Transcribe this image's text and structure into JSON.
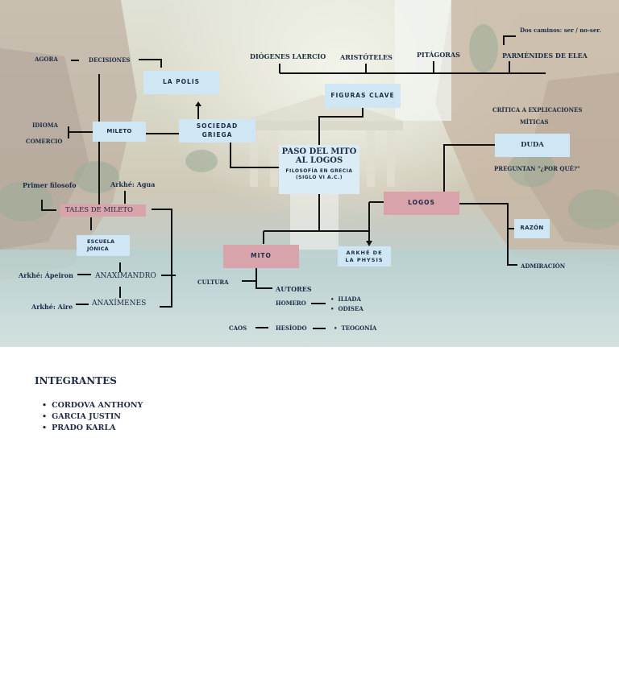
{
  "diagram": {
    "center": {
      "title": "PASO DEL MITO AL LOGOS",
      "subtitle": "FILOSOFÍA EN GRECIA (SIGLO VI A.C.)"
    },
    "boxes": {
      "la_polis": "LA POLIS",
      "mileto": "MILETO",
      "sociedad_griega": "SOCIEDAD GRIEGA",
      "figuras_clave": "FIGURAS CLAVE",
      "duda": "DUDA",
      "logos": "LOGOS",
      "razon": "RAZÓN",
      "mito": "MITO",
      "arkhe_physis": "ARKHÉ DE LA PHYSIS",
      "escuela_jonica": "ESCUELA JÓNICA",
      "tales": "TALES DE MILETO"
    },
    "labels": {
      "agora": "AGORA",
      "decisiones": "DECISIONES",
      "idioma": "IDIOMA",
      "comercio": "COMERCIO",
      "primer_filosofo": "Primer filosofo",
      "arkhe_agua": "Arkhé: Agua",
      "arkhe_apeiron": "Arkhé:  Ápeiron",
      "anaximandro": "ANAXIMANDRO",
      "arkhe_aire": "Arkhé:  Aire",
      "anaximenes": "ANAXÍMENES",
      "diogenes": "DIÓGENES LAERCIO",
      "aristoteles": "ARISTÓTELES",
      "pitagoras": "PITÁGORAS",
      "parmenides": "PARMÉNIDES DE ELEA",
      "dos_caminos": "Dos caminos: ser / no-ser.",
      "critica": "CRÍTICA A EXPLICACIONES",
      "miticas": "MÍTICAS",
      "preguntan": "PREGUNTAN \"¿POR QUÉ?\"",
      "admiracion": "ADMIRACIÓN",
      "cultura": "CULTURA",
      "autores": "AUTORES",
      "homero": "HOMERO",
      "iliada": "ILIADA",
      "odisea": "ODISEA",
      "caos": "CAOS",
      "hesiodo": "HESÍODO",
      "teogonia": "TEOGONÍA"
    }
  },
  "members": {
    "heading": "INTEGRANTES",
    "names": [
      "CORDOVA ANTHONY",
      "GARCIA JUSTIN",
      "PRADO KARLA"
    ]
  },
  "colors": {
    "box_blue": "#cfe6f5",
    "box_pink": "#d9a3ab",
    "text_navy": "#1d2b44"
  }
}
